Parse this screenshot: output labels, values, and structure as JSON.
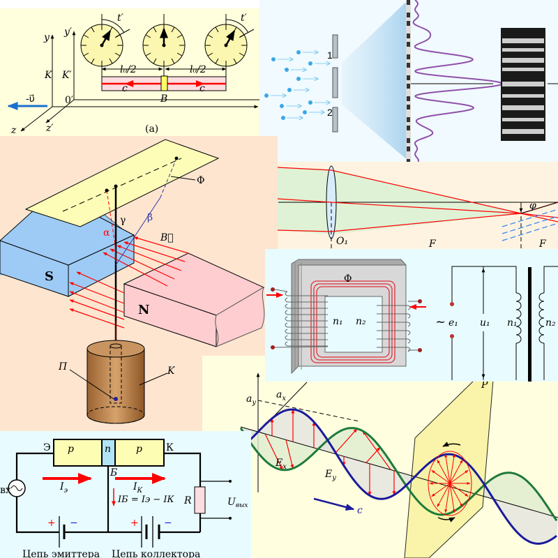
{
  "relativity": {
    "y": "y",
    "y_prime": "y′",
    "K": "K",
    "K_prime": "K′",
    "origin": "0′",
    "velocity": "-υ⃗",
    "z": "z",
    "z_prime": "z′",
    "caption": "(a)",
    "t_left": "t′",
    "t_right": "t′",
    "half_left": "l₀/2",
    "half_right": "l₀/2",
    "c_left": "c",
    "c_right": "c",
    "B": "B"
  },
  "interference": {
    "slit1": "1",
    "slit2": "2"
  },
  "magnet": {
    "S": "S",
    "N": "N",
    "Phi": "Φ",
    "alpha": "α",
    "beta": "β",
    "gamma": "γ",
    "B": "B⃗",
    "P": "П",
    "K": "K"
  },
  "lens": {
    "O1": "O₁",
    "phi": "φ",
    "F1": "F",
    "F2": "F"
  },
  "transformer": {
    "Phi": "Φ",
    "n1": "n₁",
    "n2": "n₂",
    "tilde": "~",
    "e1": "e₁",
    "u1": "u₁",
    "cn1": "n₁",
    "cn2": "n₂"
  },
  "wave": {
    "ay": "a",
    "ay_sub": "y",
    "ax": "a",
    "ax_sub": "x",
    "Ex": "E",
    "Ex_sub": "x",
    "Ey": "E",
    "Ey_sub": "y",
    "c": "c",
    "P": "P"
  },
  "transistor": {
    "p1": "p",
    "n": "n",
    "p2": "p",
    "emitter": "Э",
    "collector": "К",
    "base": "Б",
    "Ie": "I",
    "Ie_sub": "э",
    "Ik": "I",
    "Ik_sub": "К",
    "formula": "IБ = Iэ − IК",
    "R": "R",
    "Uout": "U",
    "Uout_sub": "вых",
    "Uin_sub": "вх",
    "plus1": "+",
    "minus1": "−",
    "plus2": "+",
    "minus2": "−",
    "emitter_circuit": "Цепь эмиттера",
    "collector_circuit": "Цепь коллектора"
  },
  "colors": {
    "red": "#ff0000",
    "blue_arrow": "#1a6fd0",
    "wave_blue": "#1a1a9c",
    "wave_green": "#1f7a3a",
    "purple": "#9050a8",
    "magnet_s": "#9dcbf5",
    "magnet_n": "#fdcdd0"
  }
}
